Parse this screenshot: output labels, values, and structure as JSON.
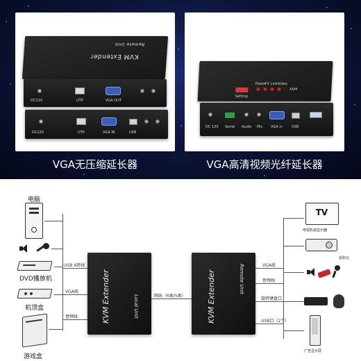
{
  "banner": {
    "left_caption": "VGA无压缩延长器",
    "right_caption": "VGA高清视频光纤延长器"
  },
  "left_photo": {
    "top_box_label": "Remote Unit",
    "top_box_title": "KVM Extender",
    "top_ports": [
      "DC12V",
      "UTP",
      "VGA OUT"
    ],
    "bottom_ports": [
      "DC12V",
      "UTP",
      "VGA IN",
      "USB"
    ]
  },
  "right_photo": {
    "top_labels": [
      "Setting",
      "Power",
      "FX",
      "Link",
      "Video",
      "KVM"
    ],
    "bottom_labels": [
      "DC 12V",
      "Serial",
      "Audio",
      "Mic",
      "VGA in",
      "USB"
    ]
  },
  "diagram": {
    "local_unit": {
      "title": "KVM Extender",
      "sub": "Local Unit"
    },
    "remote_unit": {
      "title": "KVM Extender",
      "sub": "Remote Unit"
    },
    "left_devices": [
      {
        "label": "电脑"
      },
      {
        "label": ""
      },
      {
        "label": "DVD播放机"
      },
      {
        "label": "机顶盒"
      },
      {
        "label": "游戏盒"
      }
    ],
    "left_cables": [
      "USB A转线",
      "VGA线",
      "音频线"
    ],
    "middle_cable": "网线（6类/5类）",
    "right_cables": [
      "VGA线",
      "音频线",
      "旋转键盘口",
      "USB口（2个）"
    ],
    "right_devices": [
      {
        "label": "电视机或显示器",
        "tv_text": "TV"
      },
      {
        "label": "投影仪"
      },
      {
        "label": ""
      },
      {
        "label": ""
      },
      {
        "label": "广告显示屏"
      }
    ]
  }
}
